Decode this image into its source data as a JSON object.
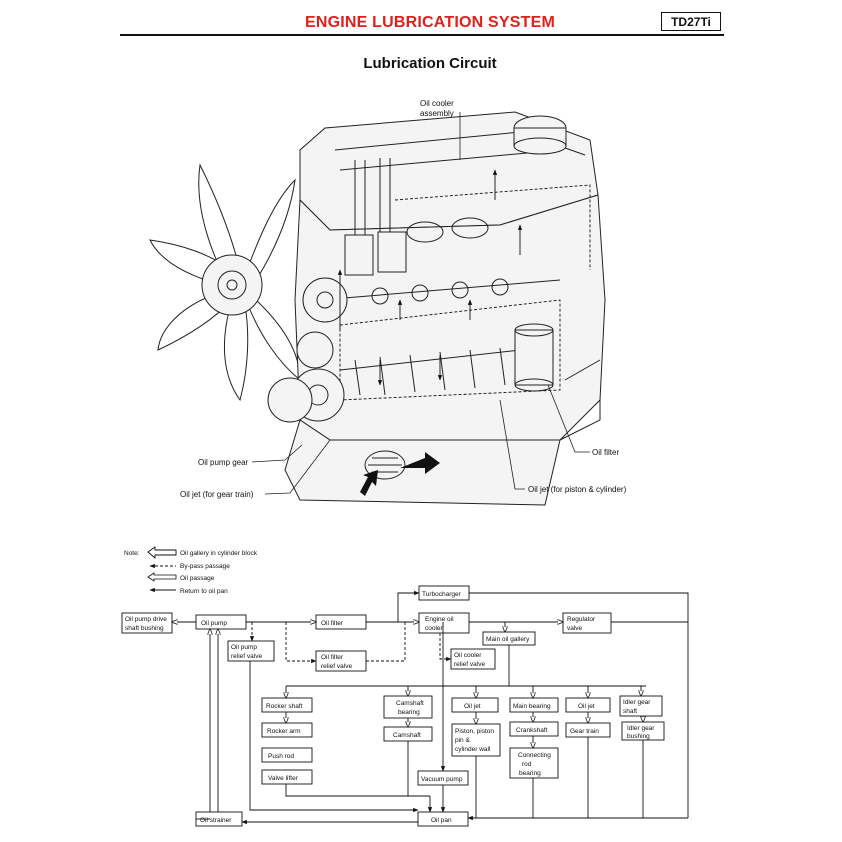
{
  "header": {
    "title": "ENGINE LUBRICATION SYSTEM",
    "model_code": "TD27Ti"
  },
  "section_title": "Lubrication Circuit",
  "engine_labels": {
    "oil_cooler_assembly_1": "Oil cooler",
    "oil_cooler_assembly_2": "assembly",
    "oil_pump_gear": "Oil pump gear",
    "oil_jet_gear_train": "Oil jet (for gear train)",
    "oil_filter": "Oil filter",
    "oil_jet_piston": "Oil jet (for piston & cylinder)"
  },
  "legend": {
    "note": "Note:",
    "items": [
      "Oil gallery in cylinder block",
      "By-pass passage",
      "Oil passage",
      "Return to oil pan"
    ]
  },
  "flow_boxes": {
    "oil_pump_drive_1": "Oil pump drive",
    "oil_pump_drive_2": "shaft bushing",
    "oil_pump": "Oil pump",
    "oil_pump_relief_1": "Oil pump",
    "oil_pump_relief_2": "relief valve",
    "oil_filter": "Oil filter",
    "oil_filter_relief_1": "Oil filter",
    "oil_filter_relief_2": "relief valve",
    "turbocharger": "Turbocharger",
    "engine_oil_cooler_1": "Engine oil",
    "engine_oil_cooler_2": "cooler",
    "regulator_valve_1": "Regulator",
    "regulator_valve_2": "valve",
    "main_oil_gallery": "Main oil gallery",
    "oil_cooler_relief_1": "Oil cooler",
    "oil_cooler_relief_2": "relief valve",
    "rocker_shaft": "Rocker shaft",
    "rocker_arm": "Rocker arm",
    "push_rod": "Push rod",
    "valve_lifter": "Valve lifter",
    "camshaft_bearing_1": "Camshaft",
    "camshaft_bearing_2": "bearing",
    "camshaft": "Camshaft",
    "vacuum_pump": "Vacuum pump",
    "oil_jet_1": "Oil jet",
    "piston_1": "Piston, piston",
    "piston_2": "pin &",
    "piston_3": "cylinder wall",
    "main_bearing": "Main bearing",
    "crankshaft": "Crankshaft",
    "connecting_rod_1": "Connecting",
    "connecting_rod_2": "rod",
    "connecting_rod_3": "bearing",
    "oil_jet_2": "Oil jet",
    "gear_train": "Gear train",
    "idler_gear_shaft_1": "Idler gear",
    "idler_gear_shaft_2": "shaft",
    "idler_gear_bushing_1": "Idler gear",
    "idler_gear_bushing_2": "bushing",
    "oil_strainer": "Oil strainer",
    "oil_pan": "Oil pan"
  }
}
